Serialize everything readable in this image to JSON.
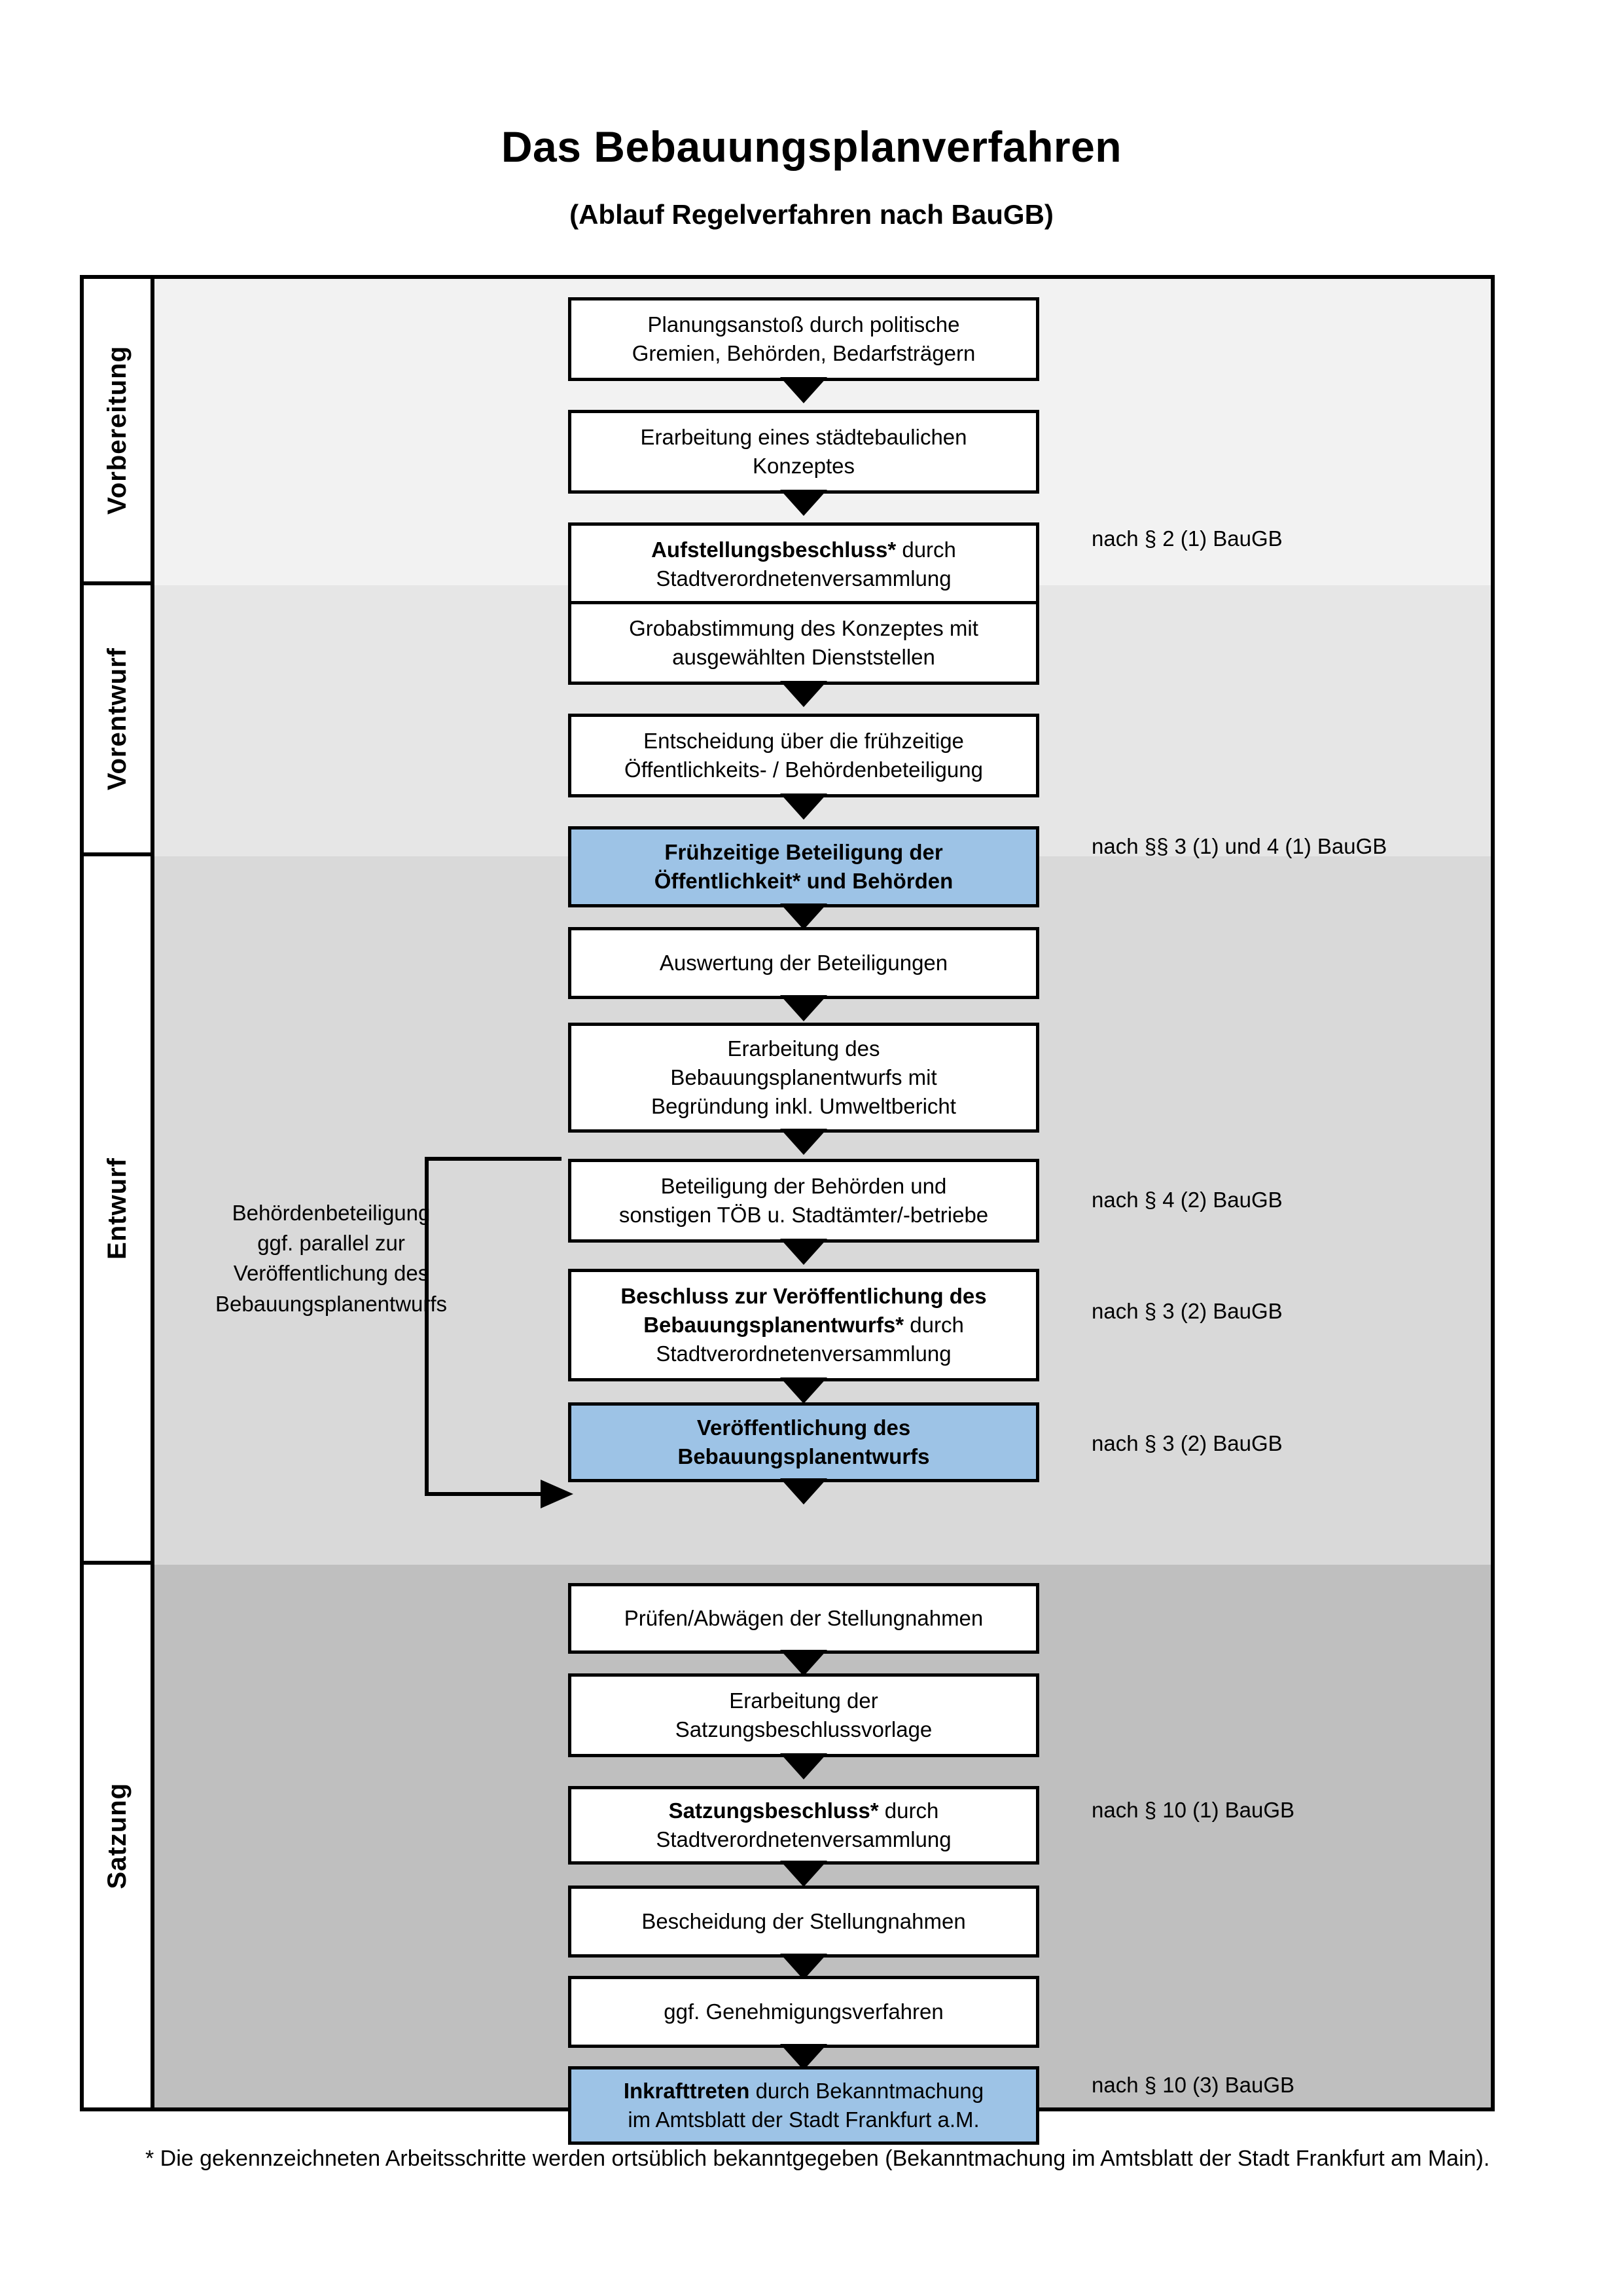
{
  "title": {
    "main": "Das Bebauungsplanverfahren",
    "sub": "(Ablauf Regelverfahren nach BauGB)"
  },
  "colors": {
    "highlight_blue": "#9DC3E6",
    "band_vorbereitung": "#F2F2F2",
    "band_vorentwurf": "#E6E6E6",
    "band_entwurf": "#D9D9D9",
    "band_satzung": "#BFBFBF",
    "box_border": "#000000",
    "box_fill": "#FFFFFF"
  },
  "phases": [
    {
      "label": "Vorbereitung"
    },
    {
      "label": "Vorentwurf"
    },
    {
      "label": "Entwurf"
    },
    {
      "label": "Satzung"
    }
  ],
  "steps": [
    {
      "id": "planungsanstoss",
      "phase": "Vorbereitung",
      "highlight": false,
      "lines": [
        {
          "text": "Planungsanstoß durch politische",
          "bold": false
        },
        {
          "text": "Gremien, Behörden, Bedarfsträgern",
          "bold": false
        }
      ]
    },
    {
      "id": "staedtebauliches-konzept",
      "phase": "Vorbereitung",
      "highlight": false,
      "lines": [
        {
          "text": "Erarbeitung eines städtebaulichen",
          "bold": false
        },
        {
          "text": "Konzeptes",
          "bold": false
        }
      ]
    },
    {
      "id": "aufstellungsbeschluss",
      "phase": "Vorbereitung",
      "highlight": false,
      "lines": [
        {
          "text": "Aufstellungsbeschluss*",
          "bold": true,
          "suffix": " durch"
        },
        {
          "text": "Stadtverordnetenversammlung",
          "bold": false
        }
      ]
    },
    {
      "id": "grobabstimmung",
      "phase": "Vorentwurf",
      "highlight": false,
      "lines": [
        {
          "text": "Grobabstimmung des Konzeptes mit",
          "bold": false
        },
        {
          "text": "ausgewählten Dienststellen",
          "bold": false
        }
      ]
    },
    {
      "id": "entscheidung-fruehzeitige-beteiligung",
      "phase": "Vorentwurf",
      "highlight": false,
      "lines": [
        {
          "text": "Entscheidung über die frühzeitige",
          "bold": false
        },
        {
          "text": "Öffentlichkeits- / Behördenbeteiligung",
          "bold": false
        }
      ]
    },
    {
      "id": "fruehzeitige-beteiligung",
      "phase": "Vorentwurf",
      "highlight": true,
      "lines": [
        {
          "text": "Frühzeitige Beteiligung der",
          "bold": true
        },
        {
          "text": "Öffentlichkeit* und Behörden",
          "bold": true
        }
      ]
    },
    {
      "id": "auswertung-beteiligungen",
      "phase": "Entwurf",
      "highlight": false,
      "lines": [
        {
          "text": "Auswertung der Beteiligungen",
          "bold": false
        }
      ]
    },
    {
      "id": "erarbeitung-bplan-entwurf",
      "phase": "Entwurf",
      "highlight": false,
      "lines": [
        {
          "text": "Erarbeitung des",
          "bold": false
        },
        {
          "text": "Bebauungsplanentwurfs mit",
          "bold": false
        },
        {
          "text": "Begründung inkl. Umweltbericht",
          "bold": false
        }
      ]
    },
    {
      "id": "beteiligung-behoerden-toeb",
      "phase": "Entwurf",
      "highlight": false,
      "lines": [
        {
          "text": "Beteiligung der Behörden und",
          "bold": false
        },
        {
          "text": "sonstigen TÖB u. Stadtämter/-betriebe",
          "bold": false
        }
      ]
    },
    {
      "id": "beschluss-veroeffentlichung",
      "phase": "Entwurf",
      "highlight": false,
      "lines": [
        {
          "text": "Beschluss zur Veröffentlichung des",
          "bold": true
        },
        {
          "text": "Bebauungsplanentwurfs*",
          "bold": true,
          "suffix": " durch"
        },
        {
          "text": "Stadtverordnetenversammlung",
          "bold": false
        }
      ]
    },
    {
      "id": "veroeffentlichung-bplan-entwurf",
      "phase": "Entwurf",
      "highlight": true,
      "lines": [
        {
          "text": "Veröffentlichung des",
          "bold": true
        },
        {
          "text": "Bebauungsplanentwurfs",
          "bold": true
        }
      ]
    },
    {
      "id": "pruefen-abwaegen",
      "phase": "Satzung",
      "highlight": false,
      "lines": [
        {
          "text": "Prüfen/Abwägen der Stellungnahmen",
          "bold": false
        }
      ]
    },
    {
      "id": "erarbeitung-satzungsvorlage",
      "phase": "Satzung",
      "highlight": false,
      "lines": [
        {
          "text": "Erarbeitung der",
          "bold": false
        },
        {
          "text": "Satzungsbeschlussvorlage",
          "bold": false
        }
      ]
    },
    {
      "id": "satzungsbeschluss",
      "phase": "Satzung",
      "highlight": false,
      "lines": [
        {
          "text": "Satzungsbeschluss*",
          "bold": true,
          "suffix": " durch"
        },
        {
          "text": "Stadtverordnetenversammlung",
          "bold": false
        }
      ]
    },
    {
      "id": "bescheidung-stellungnahmen",
      "phase": "Satzung",
      "highlight": false,
      "lines": [
        {
          "text": "Bescheidung der Stellungnahmen",
          "bold": false
        }
      ]
    },
    {
      "id": "genehmigungsverfahren",
      "phase": "Satzung",
      "highlight": false,
      "lines": [
        {
          "text": "ggf. Genehmigungsverfahren",
          "bold": false
        }
      ]
    },
    {
      "id": "inkrafttreten",
      "phase": "Satzung",
      "highlight": true,
      "lines": [
        {
          "text": "Inkrafttreten",
          "bold": true,
          "suffix": " durch Bekanntmachung"
        },
        {
          "text": "im Amtsblatt der Stadt Frankfurt a.M.",
          "bold": false
        }
      ]
    }
  ],
  "legal_notes": [
    {
      "id": "note-par2-1",
      "text": "nach § 2 (1) BauGB"
    },
    {
      "id": "note-par3-4-1",
      "text": "nach §§ 3 (1) und 4 (1) BauGB"
    },
    {
      "id": "note-par4-2",
      "text": "nach § 4 (2) BauGB"
    },
    {
      "id": "note-par3-2-a",
      "text": "nach § 3 (2) BauGB"
    },
    {
      "id": "note-par3-2-b",
      "text": "nach § 3 (2) BauGB"
    },
    {
      "id": "note-par10-1",
      "text": "nach § 10 (1) BauGB"
    },
    {
      "id": "note-par10-3",
      "text": "nach § 10 (3) BauGB"
    }
  ],
  "side_note": {
    "text": "Behördenbeteiligung\nggf. parallel zur\nVeröffentlichung des\nBebauungsplanentwurfs"
  },
  "footnote": {
    "text": "* Die gekennzeichneten Arbeitsschritte werden ortsüblich bekanntgegeben (Bekanntmachung im Amtsblatt  der Stadt Frankfurt am Main)."
  }
}
